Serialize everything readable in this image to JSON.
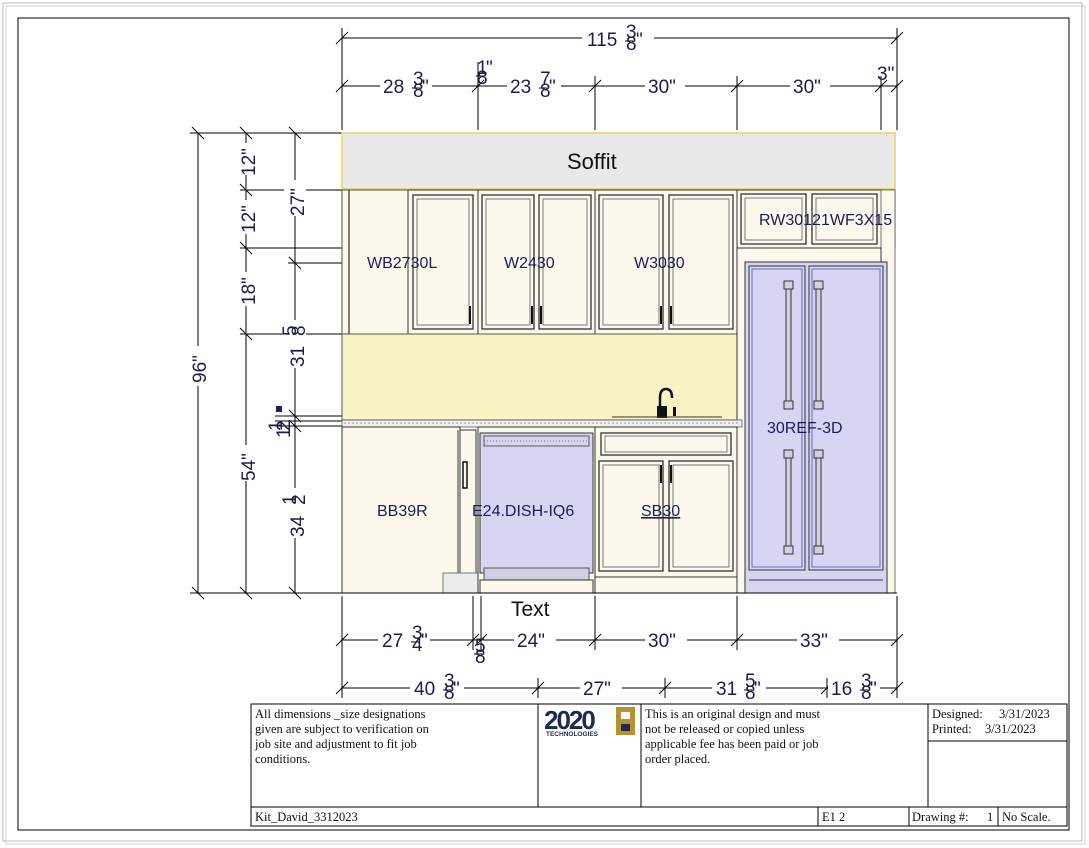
{
  "soffit": {
    "label": "Soffit"
  },
  "dims_top": {
    "overall": "115",
    "overall_frac": {
      "n": "3",
      "d": "8"
    },
    "seg1": "28",
    "seg1_frac": {
      "n": "3",
      "d": "8"
    },
    "seg2": "1",
    "seg2_d": "8",
    "seg3": "23",
    "seg3_frac": {
      "n": "7",
      "d": "8"
    },
    "seg4": "30\"",
    "seg5": "30\"",
    "seg6": "3\""
  },
  "dims_bottom": {
    "r1_a": "27",
    "r1_a_frac": {
      "n": "3",
      "d": "4"
    },
    "r1_b": "5",
    "r1_b_d": "8",
    "r1_c": "24\"",
    "r1_d": "30\"",
    "r1_e": "33\"",
    "r2_a": "40",
    "r2_a_frac": {
      "n": "3",
      "d": "8"
    },
    "r2_b": "27\"",
    "r2_c": "31",
    "r2_c_frac": {
      "n": "5",
      "d": "8"
    },
    "r2_d": "16",
    "r2_d_frac": {
      "n": "3",
      "d": "8"
    }
  },
  "dims_left": {
    "total": "96\"",
    "upper": "54\"",
    "a": "12\"",
    "b": "12\"",
    "c": "18\"",
    "d": "27\"",
    "e": "31",
    "e_frac": {
      "n": "5",
      "d": "8"
    },
    "f": "1",
    "f_frac": {
      "n": "1",
      "d": "2"
    },
    "g": "34",
    "g_frac": {
      "n": "1",
      "d": "2"
    }
  },
  "cabinets": {
    "wb": "WB2730L",
    "w24": "W2430",
    "w30": "W3030",
    "rw": "RW30121WF3X15",
    "ref": "30REF-3D",
    "bb": "BB39R",
    "dish": "E24.DISH-IQ6",
    "sb": "SB30",
    "text": "Text"
  },
  "title_block": {
    "notice": [
      "All dimensions _size designations",
      "given are subject to verification on",
      "job site and adjustment to fit job",
      "conditions."
    ],
    "logo_main": "2020",
    "logo_sub": "TECHNOLOGIES",
    "copyright": [
      "This is an original design and must",
      "not be released or copied unless",
      "applicable fee has been paid or job",
      "order placed."
    ],
    "designed_label": "Designed:",
    "designed": "3/31/2023",
    "printed_label": "Printed:",
    "printed": "3/31/2023",
    "filename": "Kit_David_3312023",
    "elevation": "E1 2",
    "drawing_label": "Drawing #:",
    "drawing_num": "1",
    "scale": "No Scale."
  },
  "colors": {
    "cabinet": "#fcf9ec",
    "soffit": "#e9e9e9",
    "backsplash": "#f7f3c2",
    "appliance": "#d6d6f2",
    "dim_text": "#1c1c4a"
  }
}
